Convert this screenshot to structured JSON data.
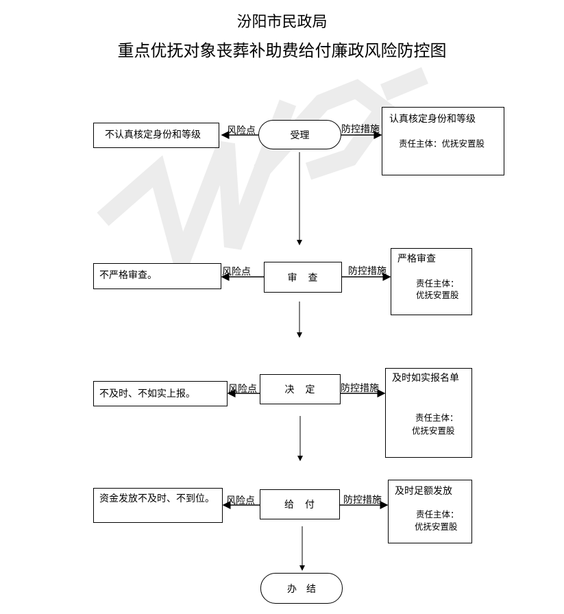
{
  "title": {
    "line1": "汾阳市民政局",
    "line2": "重点优抚对象丧葬补助费给付廉政风险防控图"
  },
  "labels": {
    "risk": "风险点",
    "control": "防控措施"
  },
  "steps": [
    {
      "name": "受理",
      "risk": "不认真核定身份和等级",
      "control": "认真核定身份和等级",
      "owner": "责任主体：优抚安置股"
    },
    {
      "name": "审　查",
      "risk": "不严格审查。",
      "control": "严格审查",
      "owner_label": "责任主体：",
      "owner": "优抚安置股"
    },
    {
      "name": "决　定",
      "risk": "不及时、不如实上报。",
      "control": "及时如实报名单",
      "owner_label": "责任主体：",
      "owner": "优抚安置股"
    },
    {
      "name": "给　付",
      "risk": "资金发放不及时、不到位。",
      "control": "及时足额发放",
      "owner_label": "责任主体：",
      "owner": "优抚安置股"
    }
  ],
  "end": "办　结"
}
